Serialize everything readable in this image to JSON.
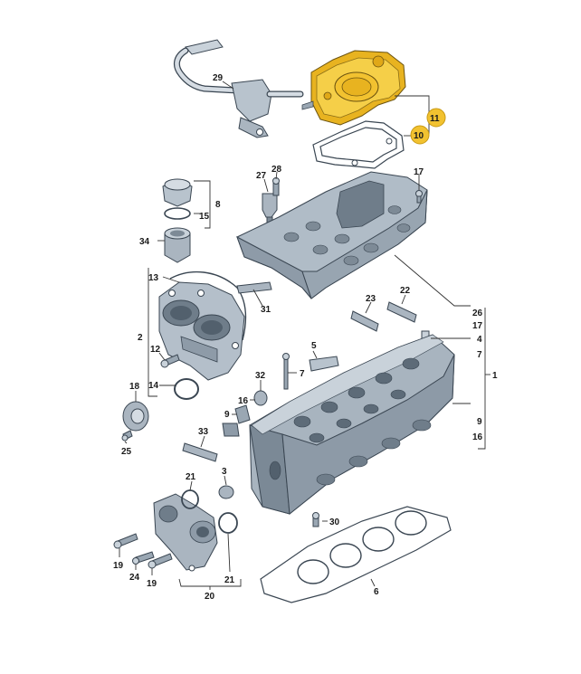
{
  "labels": [
    {
      "id": "l29",
      "text": "29"
    },
    {
      "id": "l11",
      "text": "11"
    },
    {
      "id": "l10",
      "text": "10"
    },
    {
      "id": "l27",
      "text": "27"
    },
    {
      "id": "l28",
      "text": "28"
    },
    {
      "id": "l17a",
      "text": "17"
    },
    {
      "id": "l8",
      "text": "8"
    },
    {
      "id": "l15",
      "text": "15"
    },
    {
      "id": "l34",
      "text": "34"
    },
    {
      "id": "l13",
      "text": "13"
    },
    {
      "id": "l31",
      "text": "31"
    },
    {
      "id": "l23",
      "text": "23"
    },
    {
      "id": "l22",
      "text": "22"
    },
    {
      "id": "l26",
      "text": "26"
    },
    {
      "id": "l17b",
      "text": "17"
    },
    {
      "id": "l4",
      "text": "4"
    },
    {
      "id": "l7a",
      "text": "7"
    },
    {
      "id": "l2",
      "text": "2"
    },
    {
      "id": "l12",
      "text": "12"
    },
    {
      "id": "l5",
      "text": "5"
    },
    {
      "id": "l7b",
      "text": "7"
    },
    {
      "id": "l1",
      "text": "1"
    },
    {
      "id": "l32",
      "text": "32"
    },
    {
      "id": "l18",
      "text": "18"
    },
    {
      "id": "l14",
      "text": "14"
    },
    {
      "id": "l16a",
      "text": "16"
    },
    {
      "id": "l9a",
      "text": "9"
    },
    {
      "id": "l9b",
      "text": "9"
    },
    {
      "id": "l16b",
      "text": "16"
    },
    {
      "id": "l33",
      "text": "33"
    },
    {
      "id": "l25",
      "text": "25"
    },
    {
      "id": "l21a",
      "text": "21"
    },
    {
      "id": "l3",
      "text": "3"
    },
    {
      "id": "l30",
      "text": "30"
    },
    {
      "id": "l19a",
      "text": "19"
    },
    {
      "id": "l24",
      "text": "24"
    },
    {
      "id": "l19b",
      "text": "19"
    },
    {
      "id": "l21b",
      "text": "21"
    },
    {
      "id": "l20",
      "text": "20"
    },
    {
      "id": "l6",
      "text": "6"
    }
  ],
  "colors": {
    "highlight": "#f2c230",
    "metal": "#c9d2da",
    "outline": "#3a4652"
  }
}
